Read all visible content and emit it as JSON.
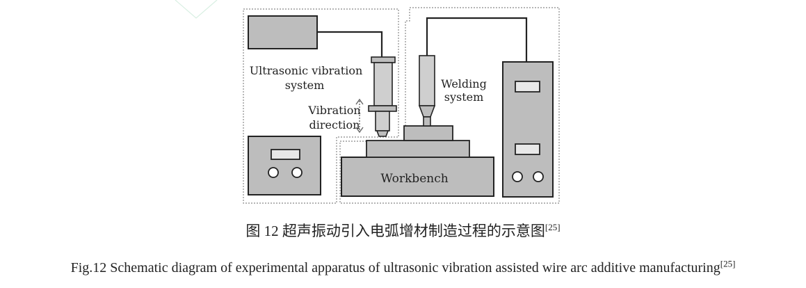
{
  "diagram": {
    "ultrasonic_label_line1": "Ultrasonic vibration",
    "ultrasonic_label_line2": "system",
    "vibration_label_line1": "Vibration",
    "vibration_label_line2": "direction",
    "welding_label_line1": "Welding",
    "welding_label_line2": "system",
    "workbench_label": "Workbench"
  },
  "caption_cn": {
    "text": "图 12 超声振动引入电弧增材制造过程的示意图",
    "ref": "[25]"
  },
  "caption_en": {
    "text": "Fig.12 Schematic diagram of experimental apparatus of ultrasonic vibration assisted wire arc additive manufacturing",
    "ref": "[25]"
  }
}
